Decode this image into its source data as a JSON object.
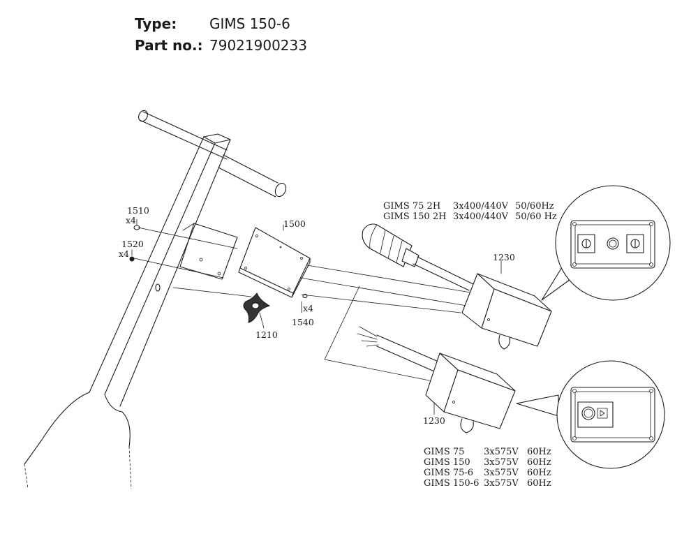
{
  "header": {
    "type_label": "Type:",
    "type_value": "GIMS 150-6",
    "part_label": "Part no.:",
    "part_value": "79021900233"
  },
  "callouts": {
    "c1510": "1510",
    "c1510_qty": "x4",
    "c1520": "1520",
    "c1520_qty": "x4",
    "c1500": "1500",
    "c1540": "1540",
    "c1540_qty": "x4",
    "c1210": "1210",
    "c1230_upper": "1230",
    "c1230_lower": "1230"
  },
  "specs_upper": [
    {
      "model": "GIMS 75 2H",
      "voltage": "3x400/440V",
      "freq": "50/60Hz"
    },
    {
      "model": "GIMS 150 2H",
      "voltage": "3x400/440V",
      "freq": "50/60 Hz"
    }
  ],
  "specs_lower": [
    {
      "model": "GIMS 75",
      "voltage": "3x575V",
      "freq": "60Hz"
    },
    {
      "model": "GIMS 150",
      "voltage": "3x575V",
      "freq": "60Hz"
    },
    {
      "model": "GIMS 75-6",
      "voltage": "3x575V",
      "freq": "60Hz"
    },
    {
      "model": "GIMS 150-6",
      "voltage": "3x575V",
      "freq": "60Hz"
    }
  ]
}
